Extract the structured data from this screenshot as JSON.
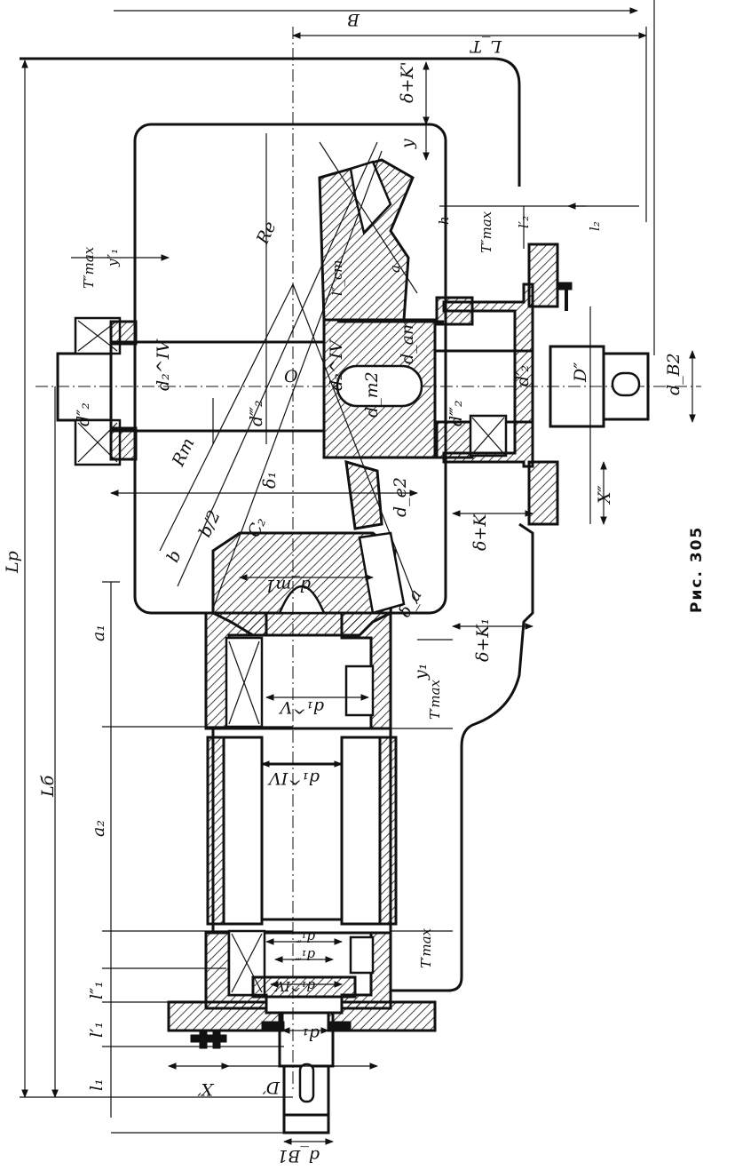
{
  "figure": {
    "caption": "Рис. 305"
  },
  "labels": {
    "B": "B",
    "LT": "L_T",
    "delta_k": "δ+K'",
    "y": "y",
    "Re": "Re",
    "Rm": "Rm",
    "O": "O",
    "a": "a",
    "l_cm": "l″_cm",
    "h": "h",
    "Tmax_pp": "T″max",
    "l_pp": "l′₂",
    "l2": "l₂",
    "y1_top": "y″₁",
    "Tmax_top": "T″max",
    "d2_iv_left": "d₂^IV",
    "d2_pp": "d″₂",
    "d2_ppp": "d‴₂",
    "d2_iv_hub": "d₂^IV",
    "dam": "d_am",
    "dm2": "d_m2",
    "d2_ppp_r": "d‴₂",
    "d2_p": "d′₂",
    "D_pp": "D″",
    "dB2": "d_B2",
    "X_pp": "X″",
    "b": "b",
    "b_half": "b/2",
    "delta1": "δ₁",
    "C2": "C₂",
    "d_e2": "d_e2",
    "dm1": "d_m1",
    "delta_a": "δ_a",
    "delta_k_mid": "δ+K",
    "delta_k1": "δ+K₁",
    "Lp": "Lp",
    "Lb": "Lб",
    "a1": "a₁",
    "a2": "a₂",
    "d1_v": "d₁^V",
    "d1_iv": "d₁^IV",
    "y1": "y₁",
    "T1max": "T′max",
    "T1max_b": "T′max",
    "d1_pp": "d₁″",
    "d1_ppp": "d₁‴",
    "d1_iv_b": "d₁^IV",
    "d1": "d₁",
    "l1pp": "l″₁",
    "l1p": "l′₁",
    "l1": "l₁",
    "X_p": "X′",
    "D_p": "D′",
    "dB1": "d_B1"
  }
}
